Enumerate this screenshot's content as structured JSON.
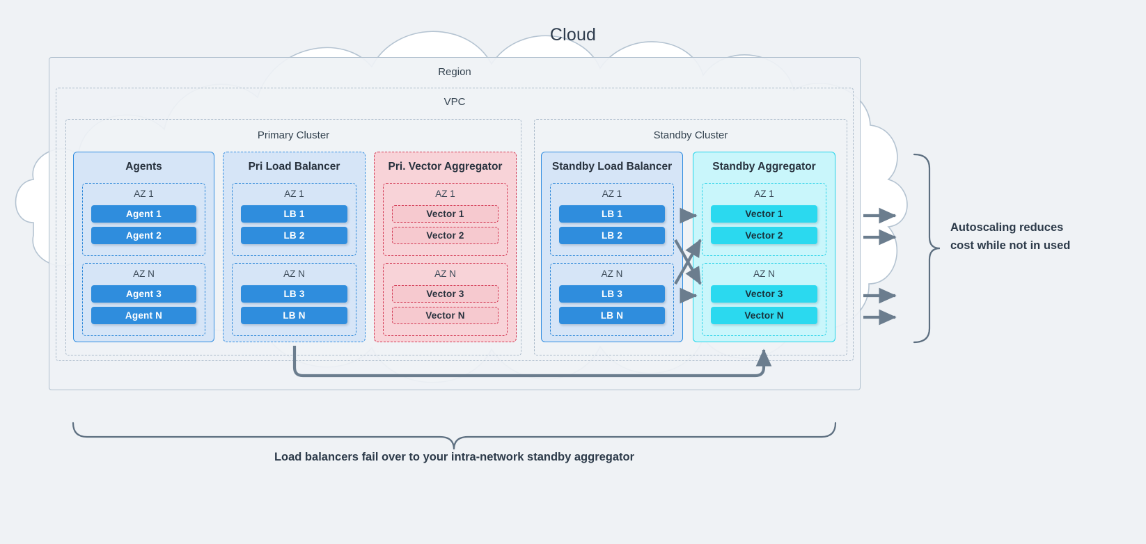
{
  "diagram": {
    "cloud_label": "Cloud",
    "region_label": "Region",
    "vpc_label": "VPC",
    "clusters": [
      {
        "label": "Primary Cluster"
      },
      {
        "label": "Standby Cluster"
      }
    ],
    "columns": [
      {
        "title": "Agents",
        "style": "blue-solid",
        "zones": [
          {
            "label": "AZ 1",
            "nodes": [
              "Agent 1",
              "Agent 2"
            ]
          },
          {
            "label": "AZ N",
            "nodes": [
              "Agent 3",
              "Agent N"
            ]
          }
        ]
      },
      {
        "title": "Pri Load Balancer",
        "style": "blue-dashed",
        "zones": [
          {
            "label": "AZ 1",
            "nodes": [
              "LB 1",
              "LB 2"
            ]
          },
          {
            "label": "AZ N",
            "nodes": [
              "LB 3",
              "LB N"
            ]
          }
        ]
      },
      {
        "title": "Pri. Vector Aggregator",
        "style": "red-dashed",
        "zones": [
          {
            "label": "AZ 1",
            "nodes": [
              "Vector 1",
              "Vector 2"
            ]
          },
          {
            "label": "AZ N",
            "nodes": [
              "Vector 3",
              "Vector N"
            ]
          }
        ]
      },
      {
        "title": "Standby Load Balancer",
        "style": "blue-solid",
        "zones": [
          {
            "label": "AZ 1",
            "nodes": [
              "LB 1",
              "LB 2"
            ]
          },
          {
            "label": "AZ N",
            "nodes": [
              "LB 3",
              "LB N"
            ]
          }
        ]
      },
      {
        "title": "Standby Aggregator",
        "style": "cyan-solid",
        "zones": [
          {
            "label": "AZ 1",
            "nodes": [
              "Vector 1",
              "Vector 2"
            ]
          },
          {
            "label": "AZ N",
            "nodes": [
              "Vector 3",
              "Vector N"
            ]
          }
        ]
      }
    ],
    "annotations": {
      "autoscaling": "Autoscaling reduces cost while not in used",
      "failover": "Load balancers fail over to your intra-network standby aggregator"
    },
    "colors": {
      "background": "#eff2f5",
      "cloud_stroke": "#aebecd",
      "region_stroke": "#aebecd",
      "blue_node": "#2f8ddd",
      "blue_card": "#d6e5f7",
      "red_stroke": "#d23651",
      "red_card": "#f8d3d8",
      "cyan_node": "#2bd9ef",
      "cyan_card": "#c9f6fb",
      "arrow": "#6b7d8e",
      "text": "#2c3a49"
    }
  }
}
